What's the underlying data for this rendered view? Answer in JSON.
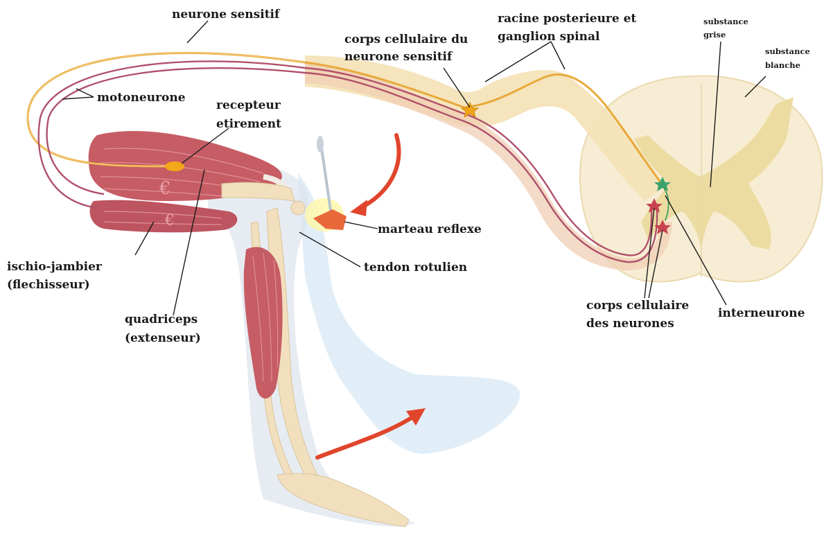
{
  "labels": {
    "neurone_sensitif": "neurone sensitif",
    "corps_cellulaire_sensitif_1": "corps cellulaire du",
    "corps_cellulaire_sensitif_2": "neurone sensitif",
    "racine_posterieure_1": "racine posterieure et",
    "racine_posterieure_2": "ganglion spinal",
    "substance_grise_1": "substance",
    "substance_grise_2": "grise",
    "substance_blanche_1": "substance",
    "substance_blanche_2": "blanche",
    "motoneurone": "motoneurone",
    "recepteur_1": "recepteur",
    "recepteur_2": "etirement",
    "marteau_reflexe": "marteau reflexe",
    "tendon_rotulien": "tendon rotulien",
    "ischio_1": "ischio-jambier",
    "ischio_2": "(flechisseur)",
    "quadriceps_1": "quadriceps",
    "quadriceps_2": "(extenseur)",
    "corps_neurones_1": "corps cellulaire",
    "corps_neurones_2": "des neurones",
    "interneurone": "interneurone"
  },
  "colors": {
    "sensory_neuron": "#e8a93a",
    "motor_neuron": "#b0506a",
    "nerve_sheath": "#f3dfb0",
    "muscle": "#c45a62",
    "bone": "#f2e0bf",
    "spinal_white": "#f6ecd2",
    "spinal_grey": "#eedfa8",
    "arrow": "#e0452c",
    "shadow": "#d3e6f4"
  }
}
